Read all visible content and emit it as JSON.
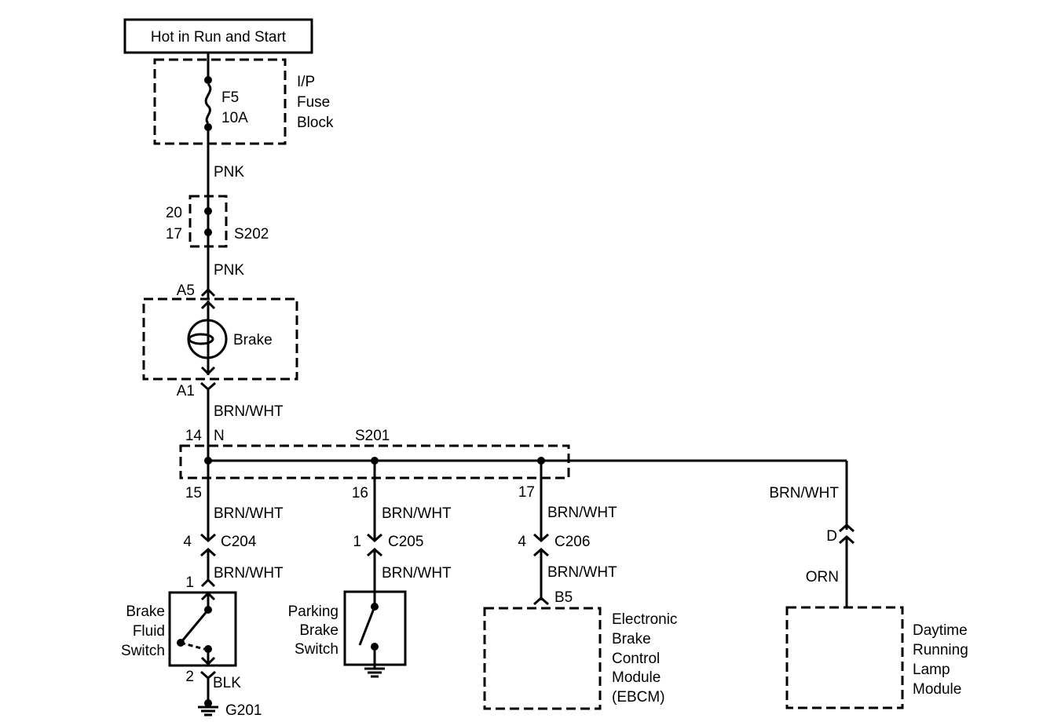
{
  "title": "Hot in Run and Start",
  "fuse_block": {
    "name_lines": [
      "I/P",
      "Fuse",
      "Block"
    ],
    "fuse_id": "F5",
    "fuse_rating": "10A"
  },
  "wires": {
    "pnk_upper": "PNK",
    "pnk_lower": "PNK",
    "brn_wht_main": "BRN/WHT",
    "brn_wht_15": "BRN/WHT",
    "brn_wht_16": "BRN/WHT",
    "brn_wht_17": "BRN/WHT",
    "brn_wht_c204": "BRN/WHT",
    "brn_wht_c205": "BRN/WHT",
    "brn_wht_c206": "BRN/WHT",
    "brn_wht_drl": "BRN/WHT",
    "orn_drl": "ORN",
    "blk_ground": "BLK"
  },
  "splice_s202": {
    "name": "S202",
    "pin_top": "20",
    "pin_bottom": "17"
  },
  "brake_lamp": {
    "label": "Brake",
    "pin_top": "A5",
    "pin_bottom": "A1"
  },
  "splice_s201": {
    "name": "S201",
    "pin_in": "14",
    "pin_in_tag": "N",
    "pin_15": "15",
    "pin_16": "16",
    "pin_17": "17"
  },
  "connectors": {
    "c204": {
      "name": "C204",
      "pin": "4"
    },
    "c205": {
      "name": "C205",
      "pin": "1"
    },
    "c206": {
      "name": "C206",
      "pin": "4"
    },
    "drl": {
      "pin": "D"
    }
  },
  "brake_fluid_switch": {
    "label_lines": [
      "Brake",
      "Fluid",
      "Switch"
    ],
    "pin_top": "1",
    "pin_bottom": "2"
  },
  "parking_brake_switch": {
    "label_lines": [
      "Parking",
      "Brake",
      "Switch"
    ]
  },
  "ebcm": {
    "pin": "B5",
    "label_lines": [
      "Electronic",
      "Brake",
      "Control",
      "Module",
      "(EBCM)"
    ]
  },
  "drl_module": {
    "label_lines": [
      "Daytime",
      "Running",
      "Lamp",
      "Module"
    ]
  },
  "ground": {
    "name": "G201"
  }
}
